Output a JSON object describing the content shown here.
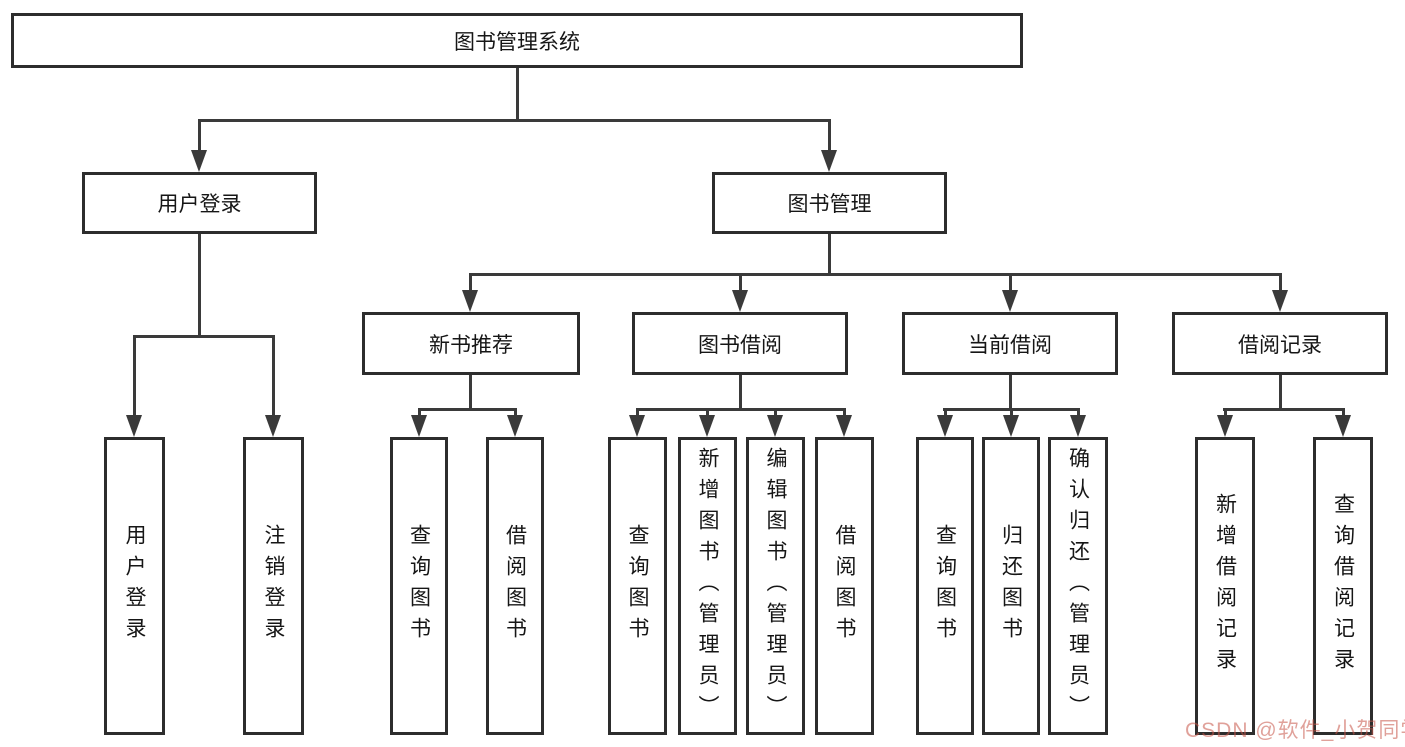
{
  "diagram": {
    "root": {
      "label": "图书管理系统"
    },
    "level2": [
      {
        "label": "用户登录"
      },
      {
        "label": "图书管理"
      }
    ],
    "level3": [
      {
        "label": "新书推荐"
      },
      {
        "label": "图书借阅"
      },
      {
        "label": "当前借阅"
      },
      {
        "label": "借阅记录"
      }
    ],
    "leaves": {
      "user_login": [
        "用户登录",
        "注销登录"
      ],
      "new_book": [
        "查询图书",
        "借阅图书"
      ],
      "book_borrow": [
        "查询图书",
        "新增图书（管理员）",
        "编辑图书（管理员）",
        "借阅图书"
      ],
      "current_borrow": [
        "查询图书",
        "归还图书",
        "确认归还（管理员）"
      ],
      "borrow_record": [
        "新增借阅记录",
        "查询借阅记录"
      ]
    }
  },
  "watermark": {
    "text": "CSDN @软件_小贺同学",
    "color": "#c85548"
  },
  "colors": {
    "line": "#3a3a3a",
    "border": "#2d2d2d",
    "text": "#161616",
    "background": "#ffffff"
  }
}
